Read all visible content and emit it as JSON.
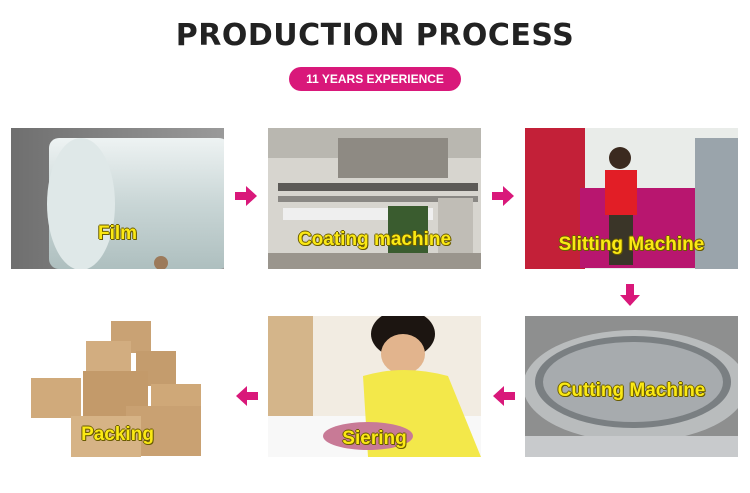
{
  "header": {
    "title": "PRODUCTION PROCESS",
    "badge": "11 YEARS EXPERIENCE"
  },
  "steps": [
    {
      "label": "Film",
      "icon": "film-roll"
    },
    {
      "label": "Coating machine",
      "icon": "coating-machine"
    },
    {
      "label": "Slitting Machine",
      "icon": "slitting-machine"
    },
    {
      "label": "Cutting Machine",
      "icon": "cutting-machine"
    },
    {
      "label": "Siering",
      "icon": "sieving-worker"
    },
    {
      "label": "Packing",
      "icon": "cardboard-boxes"
    }
  ],
  "colors": {
    "accent": "#d9187a",
    "label_text": "#fbe914",
    "title_text": "#222222"
  }
}
